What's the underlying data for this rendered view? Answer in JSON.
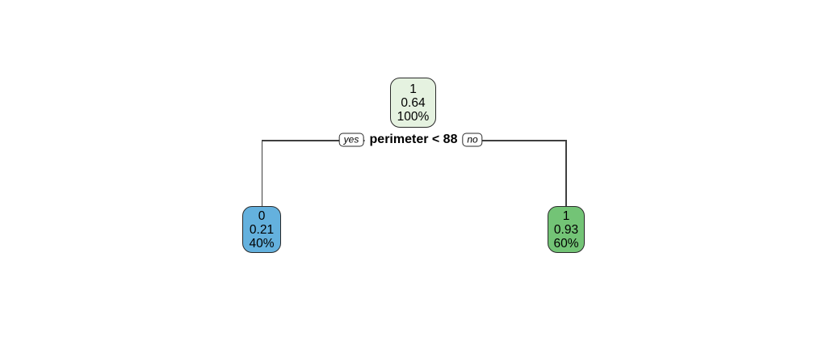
{
  "figure": {
    "background": "#ffffff",
    "branch_color": "#3f3f3f",
    "node_border_color": "#2a2a2a",
    "text_color": "#000000"
  },
  "split": {
    "condition": "perimeter < 88",
    "yes_label": "yes",
    "no_label": "no"
  },
  "nodes": {
    "root": {
      "class_label": "1",
      "probability": "0.64",
      "coverage": "100%",
      "fill": "#e5f2e0"
    },
    "left": {
      "class_label": "0",
      "probability": "0.21",
      "coverage": "40%",
      "fill": "#64b1de"
    },
    "right": {
      "class_label": "1",
      "probability": "0.93",
      "coverage": "60%",
      "fill": "#73c476"
    }
  }
}
